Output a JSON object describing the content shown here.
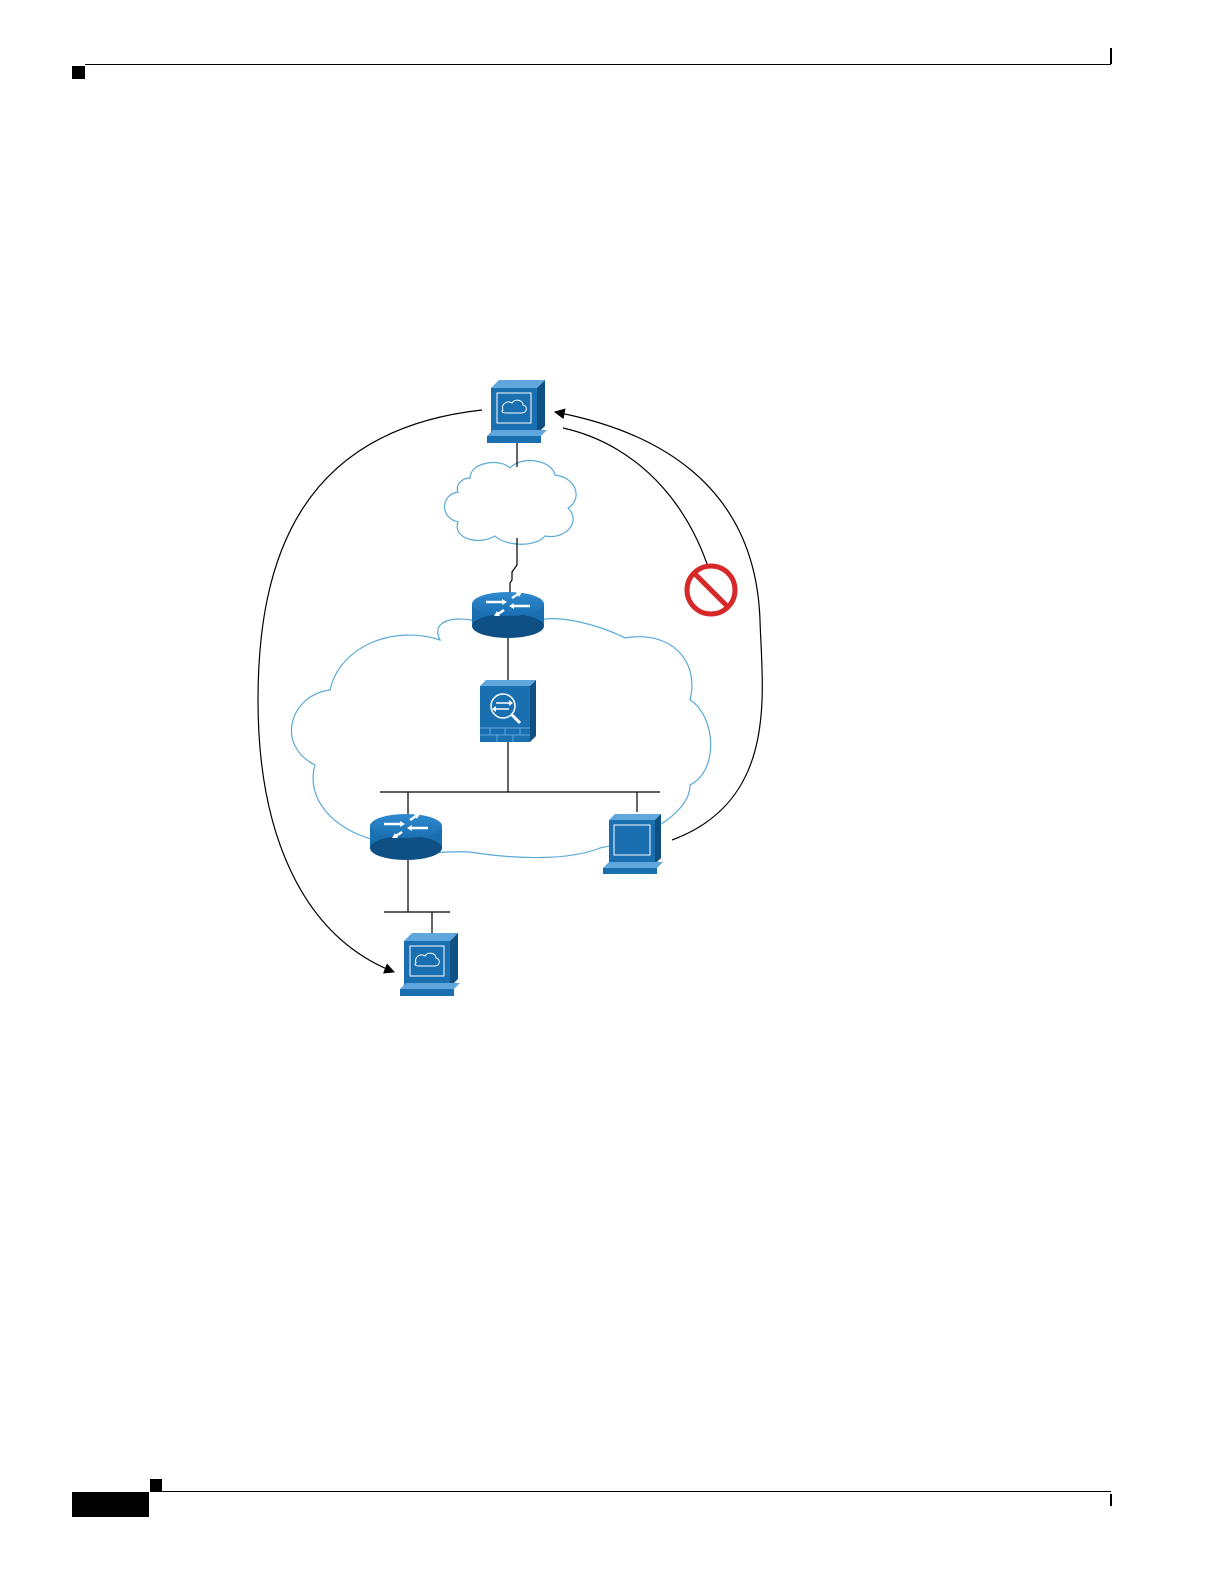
{
  "page": {
    "header_rule": true,
    "footer_rule": true
  },
  "colors": {
    "device_blue": "#1a6fb0",
    "device_dark": "#0e4f84",
    "cloud_outline": "#5aa9d8",
    "prohibit_red": "#d62828",
    "line": "#000000"
  },
  "diagram": {
    "nodes": [
      {
        "id": "remote-host",
        "icon": "workstation-icon"
      },
      {
        "id": "internet-cloud",
        "icon": "cloud-icon"
      },
      {
        "id": "edge-router",
        "icon": "router-icon"
      },
      {
        "id": "enterprise-cloud",
        "icon": "cloud-icon"
      },
      {
        "id": "security-appliance",
        "icon": "firewall-icon"
      },
      {
        "id": "inside-router",
        "icon": "router-icon"
      },
      {
        "id": "inside-pc",
        "icon": "pc-icon"
      },
      {
        "id": "inside-host",
        "icon": "workstation-icon"
      }
    ],
    "flows": [
      {
        "from": "remote-host",
        "to": "inside-host",
        "status": "allowed"
      },
      {
        "from": "inside-pc",
        "to": "remote-host",
        "status": "allowed"
      },
      {
        "from": "remote-host",
        "to": "inside-pc",
        "status": "blocked",
        "icon": "prohibited-icon"
      }
    ]
  }
}
